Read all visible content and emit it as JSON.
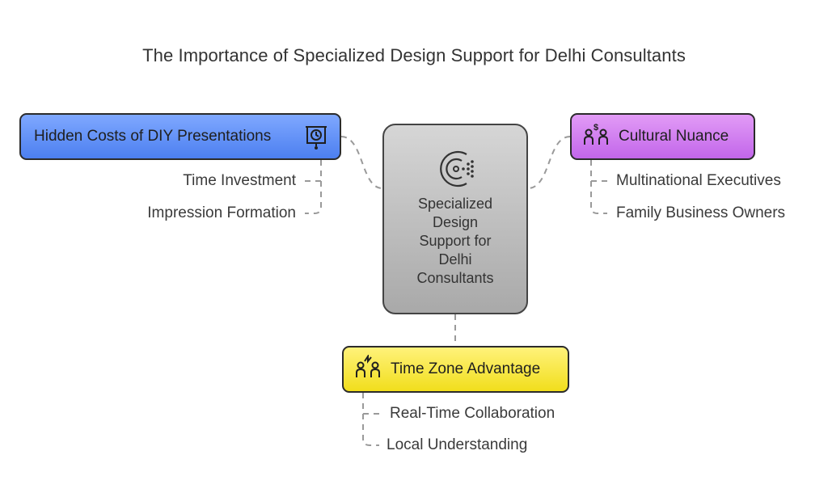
{
  "title": "The Importance of Specialized Design Support for Delhi Consultants",
  "center": {
    "lines": [
      "Specialized",
      "Design",
      "Support for",
      "Delhi",
      "Consultants"
    ],
    "icon": "logo-c-icon"
  },
  "left_branch": {
    "label": "Hidden Costs of DIY Presentations",
    "icon": "presentation-board-icon",
    "color": "#5b8cf5",
    "items": [
      "Time Investment",
      "Impression Formation"
    ]
  },
  "right_branch": {
    "label": "Cultural Nuance",
    "icon": "people-money-icon",
    "color": "#cc77ee",
    "items": [
      "Multinational Executives",
      "Family Business Owners"
    ]
  },
  "bottom_branch": {
    "label": "Time Zone Advantage",
    "icon": "people-exchange-icon",
    "color": "#f5e232",
    "items": [
      "Real-Time Collaboration",
      "Local Understanding"
    ]
  }
}
